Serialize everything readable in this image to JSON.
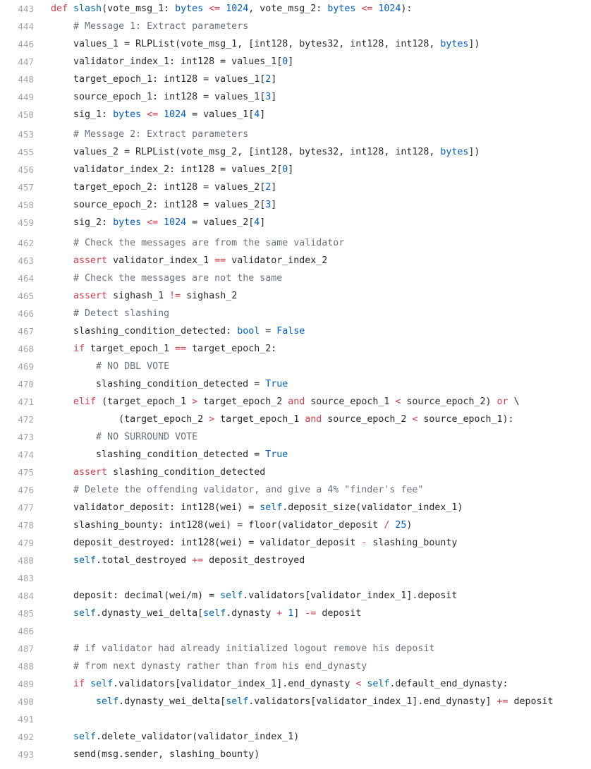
{
  "code": {
    "lines": [
      {
        "number": "443",
        "tokens": [
          [
            "kw",
            "def "
          ],
          [
            "fn",
            "slash"
          ],
          [
            "",
            "(vote_msg_1: "
          ],
          [
            "nm",
            "bytes"
          ],
          [
            "",
            ""
          ],
          [
            "op",
            " <= "
          ],
          [
            "nm",
            "1024"
          ],
          [
            "",
            ", vote_msg_2: "
          ],
          [
            "nm",
            "bytes"
          ],
          [
            "op",
            " <= "
          ],
          [
            "nm",
            "1024"
          ],
          [
            "",
            "):"
          ]
        ]
      },
      {
        "number": "444",
        "tokens": [
          [
            "",
            "    "
          ],
          [
            "cm",
            "# Message 1: Extract parameters"
          ]
        ]
      },
      {
        "number": "446",
        "tokens": [
          [
            "",
            "    values_1 = RLPList(vote_msg_1, [int128, bytes32, int128, int128, "
          ],
          [
            "nm",
            "bytes"
          ],
          [
            "",
            "])"
          ]
        ]
      },
      {
        "number": "447",
        "tokens": [
          [
            "",
            "    validator_index_1: int128 = values_1["
          ],
          [
            "nm",
            "0"
          ],
          [
            "",
            "]"
          ]
        ]
      },
      {
        "number": "448",
        "tokens": [
          [
            "",
            "    target_epoch_1: int128 = values_1["
          ],
          [
            "nm",
            "2"
          ],
          [
            "",
            "]"
          ]
        ]
      },
      {
        "number": "449",
        "tokens": [
          [
            "",
            "    source_epoch_1: int128 = values_1["
          ],
          [
            "nm",
            "3"
          ],
          [
            "",
            "]"
          ]
        ]
      },
      {
        "number": "450",
        "tokens": [
          [
            "",
            "    sig_1: "
          ],
          [
            "nm",
            "bytes"
          ],
          [
            "op",
            " <= "
          ],
          [
            "nm",
            "1024"
          ],
          [
            "",
            " = values_1["
          ],
          [
            "nm",
            "4"
          ],
          [
            "",
            "]"
          ]
        ]
      },
      {
        "number": "453",
        "tokens": [
          [
            "",
            "    "
          ],
          [
            "cm",
            "# Message 2: Extract parameters"
          ]
        ]
      },
      {
        "number": "455",
        "tokens": [
          [
            "",
            "    values_2 = RLPList(vote_msg_2, [int128, bytes32, int128, int128, "
          ],
          [
            "nm",
            "bytes"
          ],
          [
            "",
            "])"
          ]
        ]
      },
      {
        "number": "456",
        "tokens": [
          [
            "",
            "    validator_index_2: int128 = values_2["
          ],
          [
            "nm",
            "0"
          ],
          [
            "",
            "]"
          ]
        ]
      },
      {
        "number": "457",
        "tokens": [
          [
            "",
            "    target_epoch_2: int128 = values_2["
          ],
          [
            "nm",
            "2"
          ],
          [
            "",
            "]"
          ]
        ]
      },
      {
        "number": "458",
        "tokens": [
          [
            "",
            "    source_epoch_2: int128 = values_2["
          ],
          [
            "nm",
            "3"
          ],
          [
            "",
            "]"
          ]
        ]
      },
      {
        "number": "459",
        "tokens": [
          [
            "",
            "    sig_2: "
          ],
          [
            "nm",
            "bytes"
          ],
          [
            "op",
            " <= "
          ],
          [
            "nm",
            "1024"
          ],
          [
            "",
            " = values_2["
          ],
          [
            "nm",
            "4"
          ],
          [
            "",
            "]"
          ]
        ]
      },
      {
        "number": "462",
        "tokens": [
          [
            "",
            "    "
          ],
          [
            "cm",
            "# Check the messages are from the same validator"
          ]
        ]
      },
      {
        "number": "463",
        "tokens": [
          [
            "",
            "    "
          ],
          [
            "kw",
            "assert"
          ],
          [
            "",
            " validator_index_1 "
          ],
          [
            "op",
            "=="
          ],
          [
            "",
            " validator_index_2"
          ]
        ]
      },
      {
        "number": "464",
        "tokens": [
          [
            "",
            "    "
          ],
          [
            "cm",
            "# Check the messages are not the same"
          ]
        ]
      },
      {
        "number": "465",
        "tokens": [
          [
            "",
            "    "
          ],
          [
            "kw",
            "assert"
          ],
          [
            "",
            " sighash_1 "
          ],
          [
            "op",
            "!="
          ],
          [
            "",
            " sighash_2"
          ]
        ]
      },
      {
        "number": "466",
        "tokens": [
          [
            "",
            "    "
          ],
          [
            "cm",
            "# Detect slashing"
          ]
        ]
      },
      {
        "number": "467",
        "tokens": [
          [
            "",
            "    slashing_condition_detected: "
          ],
          [
            "nm",
            "bool"
          ],
          [
            "",
            " = "
          ],
          [
            "nm",
            "False"
          ]
        ]
      },
      {
        "number": "468",
        "tokens": [
          [
            "",
            "    "
          ],
          [
            "kw",
            "if"
          ],
          [
            "",
            " target_epoch_1 "
          ],
          [
            "op",
            "=="
          ],
          [
            "",
            " target_epoch_2:"
          ]
        ]
      },
      {
        "number": "469",
        "tokens": [
          [
            "",
            "        "
          ],
          [
            "cm",
            "# NO DBL VOTE"
          ]
        ]
      },
      {
        "number": "470",
        "tokens": [
          [
            "",
            "        slashing_condition_detected = "
          ],
          [
            "nm",
            "True"
          ]
        ]
      },
      {
        "number": "471",
        "tokens": [
          [
            "",
            "    "
          ],
          [
            "kw",
            "elif"
          ],
          [
            "",
            " (target_epoch_1 "
          ],
          [
            "op",
            ">"
          ],
          [
            "",
            " target_epoch_2 "
          ],
          [
            "kw",
            "and"
          ],
          [
            "",
            " source_epoch_1 "
          ],
          [
            "op",
            "<"
          ],
          [
            "",
            " source_epoch_2) "
          ],
          [
            "kw",
            "or"
          ],
          [
            "",
            " \\"
          ]
        ]
      },
      {
        "number": "472",
        "tokens": [
          [
            "",
            "            (target_epoch_2 "
          ],
          [
            "op",
            ">"
          ],
          [
            "",
            " target_epoch_1 "
          ],
          [
            "kw",
            "and"
          ],
          [
            "",
            " source_epoch_2 "
          ],
          [
            "op",
            "<"
          ],
          [
            "",
            " source_epoch_1):"
          ]
        ]
      },
      {
        "number": "473",
        "tokens": [
          [
            "",
            "        "
          ],
          [
            "cm",
            "# NO SURROUND VOTE"
          ]
        ]
      },
      {
        "number": "474",
        "tokens": [
          [
            "",
            "        slashing_condition_detected = "
          ],
          [
            "nm",
            "True"
          ]
        ]
      },
      {
        "number": "475",
        "tokens": [
          [
            "",
            "    "
          ],
          [
            "kw",
            "assert"
          ],
          [
            "",
            " slashing_condition_detected"
          ]
        ]
      },
      {
        "number": "476",
        "tokens": [
          [
            "",
            "    "
          ],
          [
            "cm",
            "# Delete the offending validator, and give a 4% \"finder's fee\""
          ]
        ]
      },
      {
        "number": "477",
        "tokens": [
          [
            "",
            "    validator_deposit: int128(wei) = "
          ],
          [
            "fn",
            "self"
          ],
          [
            "",
            ".deposit_size(validator_index_1)"
          ]
        ]
      },
      {
        "number": "478",
        "tokens": [
          [
            "",
            "    slashing_bounty: int128(wei) = floor(validator_deposit "
          ],
          [
            "op",
            "/"
          ],
          [
            "",
            " "
          ],
          [
            "nm",
            "25"
          ],
          [
            "",
            ")"
          ]
        ]
      },
      {
        "number": "479",
        "tokens": [
          [
            "",
            "    deposit_destroyed: int128(wei) = validator_deposit "
          ],
          [
            "op",
            "-"
          ],
          [
            "",
            " slashing_bounty"
          ]
        ]
      },
      {
        "number": "480",
        "tokens": [
          [
            "",
            "    "
          ],
          [
            "fn",
            "self"
          ],
          [
            "",
            ".total_destroyed "
          ],
          [
            "op",
            "+="
          ],
          [
            "",
            " deposit_destroyed"
          ]
        ]
      },
      {
        "number": "483",
        "tokens": [
          [
            "",
            ""
          ]
        ]
      },
      {
        "number": "484",
        "tokens": [
          [
            "",
            "    deposit: decimal(wei/m) = "
          ],
          [
            "fn",
            "self"
          ],
          [
            "",
            ".validators[validator_index_1].deposit"
          ]
        ]
      },
      {
        "number": "485",
        "tokens": [
          [
            "",
            "    "
          ],
          [
            "fn",
            "self"
          ],
          [
            "",
            ".dynasty_wei_delta["
          ],
          [
            "fn",
            "self"
          ],
          [
            "",
            ".dynasty "
          ],
          [
            "op",
            "+"
          ],
          [
            "",
            " "
          ],
          [
            "nm",
            "1"
          ],
          [
            "",
            "] "
          ],
          [
            "op",
            "-="
          ],
          [
            "",
            " deposit"
          ]
        ]
      },
      {
        "number": "486",
        "tokens": [
          [
            "",
            ""
          ]
        ]
      },
      {
        "number": "487",
        "tokens": [
          [
            "",
            "    "
          ],
          [
            "cm",
            "# if validator had already initialized logout remove his deposit"
          ]
        ]
      },
      {
        "number": "488",
        "tokens": [
          [
            "",
            "    "
          ],
          [
            "cm",
            "# from next dynasty rather than from his end_dynasty"
          ]
        ]
      },
      {
        "number": "489",
        "tokens": [
          [
            "",
            "    "
          ],
          [
            "kw",
            "if"
          ],
          [
            "",
            " "
          ],
          [
            "fn",
            "self"
          ],
          [
            "",
            ".validators[validator_index_1].end_dynasty "
          ],
          [
            "op",
            "<"
          ],
          [
            "",
            " "
          ],
          [
            "fn",
            "self"
          ],
          [
            "",
            ".default_end_dynasty:"
          ]
        ]
      },
      {
        "number": "490",
        "tokens": [
          [
            "",
            "        "
          ],
          [
            "fn",
            "self"
          ],
          [
            "",
            ".dynasty_wei_delta["
          ],
          [
            "fn",
            "self"
          ],
          [
            "",
            ".validators[validator_index_1].end_dynasty] "
          ],
          [
            "op",
            "+="
          ],
          [
            "",
            " deposit"
          ]
        ]
      },
      {
        "number": "491",
        "tokens": [
          [
            "",
            ""
          ]
        ]
      },
      {
        "number": "492",
        "tokens": [
          [
            "",
            "    "
          ],
          [
            "fn",
            "self"
          ],
          [
            "",
            ".delete_validator(validator_index_1)"
          ]
        ]
      },
      {
        "number": "493",
        "tokens": [
          [
            "",
            "    send(msg.sender, slashing_bounty)"
          ]
        ]
      }
    ]
  },
  "colors": {
    "background": "#ffffff",
    "line_number": "#a5a5a5",
    "keyword": "#d73a49",
    "function": "#0366a6",
    "number": "#005cc5",
    "comment": "#6a737d"
  }
}
